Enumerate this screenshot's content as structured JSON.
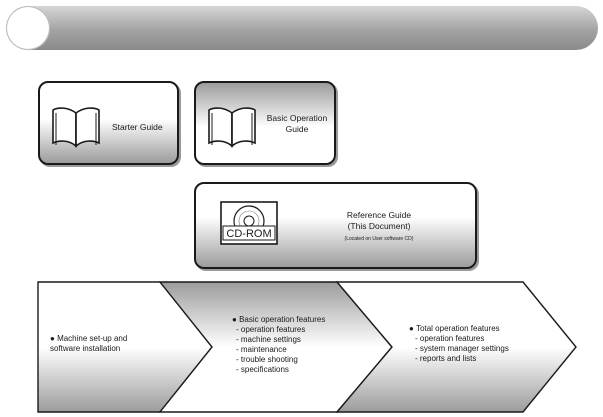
{
  "guides": {
    "starter": {
      "label": "Starter Guide",
      "icon": "open-book-icon"
    },
    "basic": {
      "label_line1": "Basic Operation",
      "label_line2": "Guide",
      "icon": "open-book-icon"
    },
    "reference": {
      "cd_label": "CD-ROM",
      "title_line1": "Reference Guide",
      "title_line2": "(This Document)",
      "note": "(Located on User software CD)",
      "icon": "cd-rom-icon"
    }
  },
  "flow": [
    {
      "lines": [
        "Machine set-up and",
        "software installation"
      ]
    },
    {
      "lines": [
        "Basic operation features",
        "- operation features",
        "- machine settings",
        "- maintenance",
        "- trouble shooting",
        "- specifications"
      ]
    },
    {
      "lines": [
        "Total operation features",
        "- operation features",
        "- system manager settings",
        "- reports and lists"
      ]
    }
  ],
  "colors": {
    "header_dark": "#8a8a8a",
    "header_light": "#d6d6d6",
    "stroke": "#1a1a1a"
  }
}
